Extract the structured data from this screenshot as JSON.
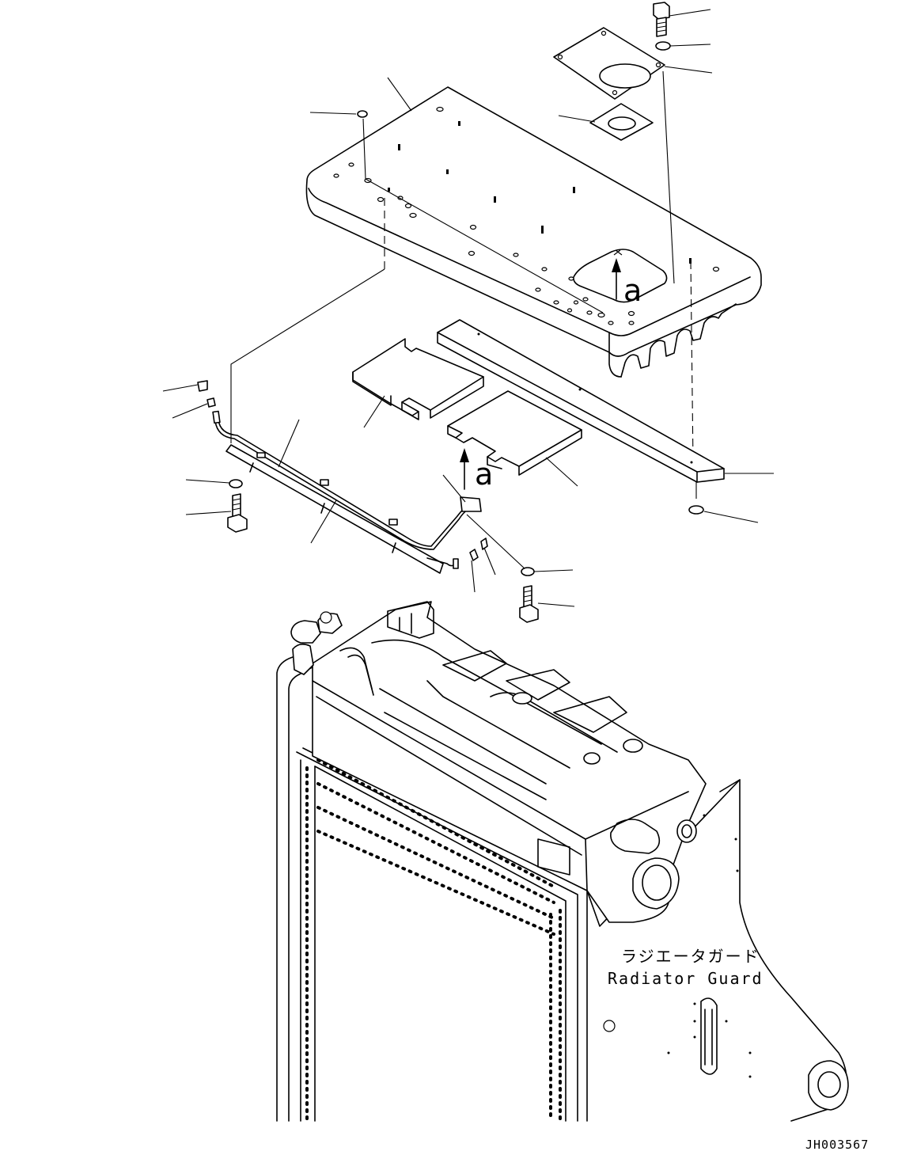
{
  "figure": {
    "callout_jp": "ラジエータガード",
    "callout_en": "Radiator Guard",
    "view_marker_top": "a",
    "view_marker_bottom": "a",
    "drawing_code": "JH003567"
  },
  "colors": {
    "ink": "#000000",
    "paper": "#ffffff"
  }
}
